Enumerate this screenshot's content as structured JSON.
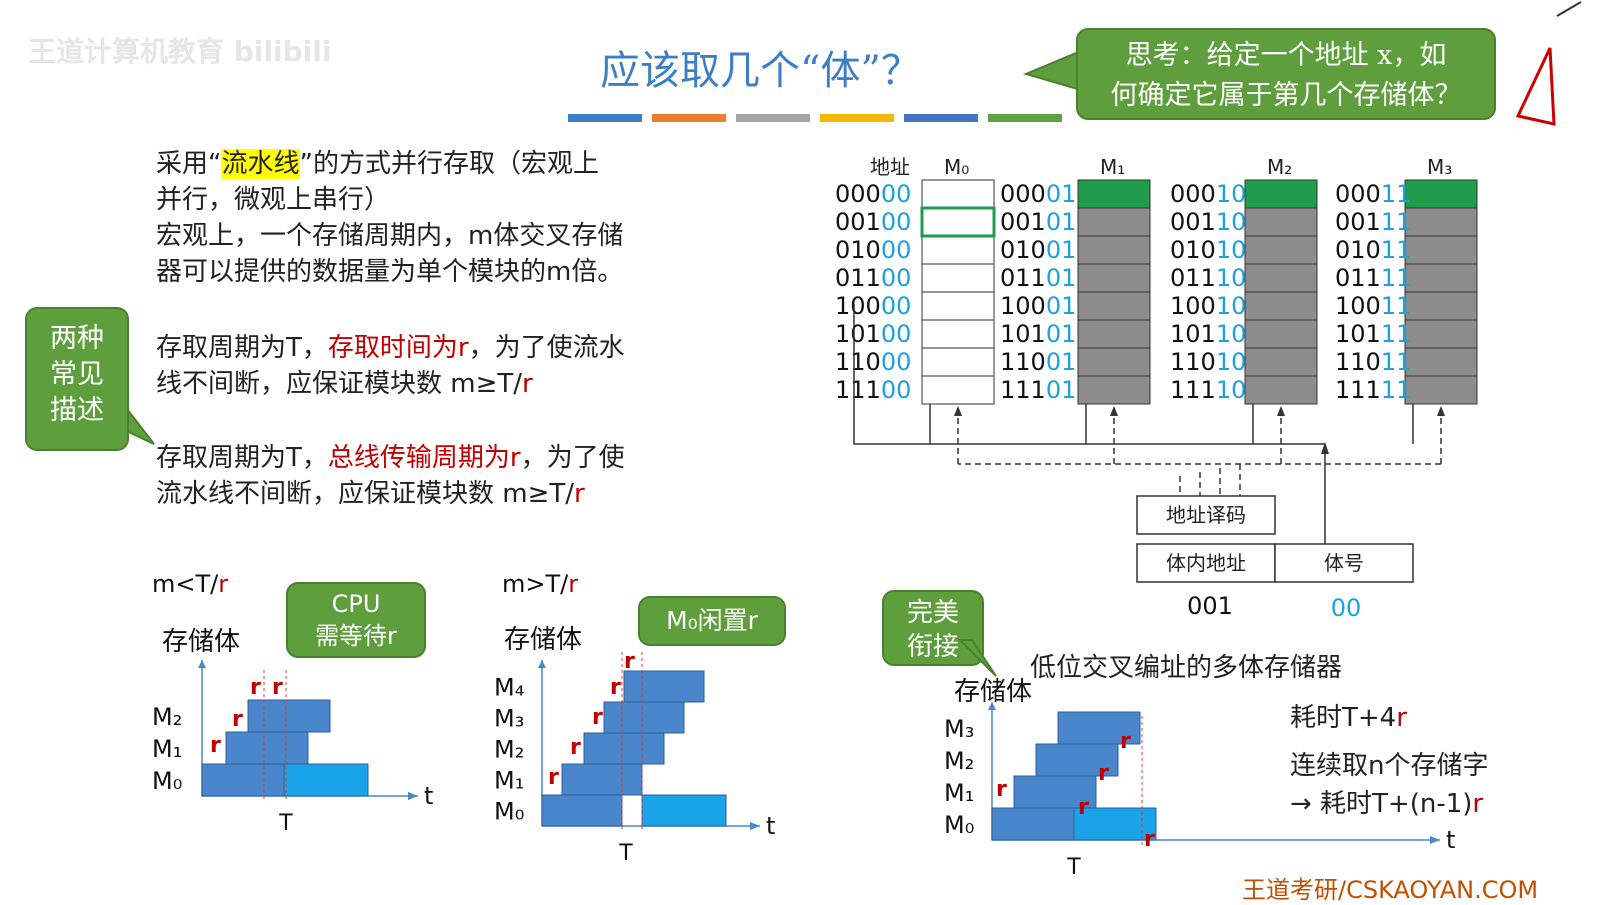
{
  "watermark": "王道计算机教育 bilibili",
  "title": "应该取几个“体”？",
  "think_bubble": {
    "line1": "思考：给定一个地址 x，如",
    "line2": "何确定它属于第几个存储体？"
  },
  "left_bubble": {
    "line1": "两种",
    "line2": "常见",
    "line3": "描述"
  },
  "para1": {
    "pre": "采用“",
    "highlight": "流水线",
    "post": "”的方式并行存取（宏观上",
    "line2": "并行，微观上串行）",
    "line3": "宏观上，一个存储周期内，m体交叉存储",
    "line4": "器可以提供的数据量为单个模块的m倍。"
  },
  "para2": {
    "pre": "存取周期为T，",
    "red": "存取时间为r",
    "post": "，为了使流水",
    "line2_pre": "线不间断，应保证模块数 m≥T/",
    "line2_red": "r"
  },
  "para3": {
    "pre": "存取周期为T，",
    "red": "总线传输周期为r",
    "post": "，为了使",
    "line2_pre": "流水线不间断，应保证模块数 m≥T/",
    "line2_red": "r"
  },
  "diagram": {
    "addr_label": "地址",
    "modules": [
      "M₀",
      "M₁",
      "M₂",
      "M₃"
    ],
    "addr_high": [
      "000",
      "001",
      "010",
      "011",
      "100",
      "101",
      "110",
      "111"
    ],
    "addr_low": [
      "00",
      "01",
      "10",
      "11"
    ],
    "decoder": "地址译码",
    "inner_addr": "体内地址",
    "bank_no": "体号",
    "inner_val": "001",
    "bank_val": "00",
    "caption": "低位交叉编址的多体存储器"
  },
  "chart1": {
    "cond": "m<T/",
    "cond_r": "r",
    "ylabel": "存储体",
    "rows": [
      "M₂",
      "M₁",
      "M₀"
    ],
    "xlabel": "t",
    "tlabel": "T",
    "r": "r",
    "bubble_l1": "CPU",
    "bubble_l2": "需等待r"
  },
  "chart2": {
    "cond": "m>T/",
    "cond_r": "r",
    "ylabel": "存储体",
    "rows": [
      "M₄",
      "M₃",
      "M₂",
      "M₁",
      "M₀"
    ],
    "xlabel": "t",
    "tlabel": "T",
    "r": "r",
    "bubble": "M₀闲置r"
  },
  "chart3": {
    "bubble_l1": "完美",
    "bubble_l2": "衔接",
    "ylabel": "存储体",
    "rows": [
      "M₃",
      "M₂",
      "M₁",
      "M₀"
    ],
    "xlabel": "t",
    "tlabel": "T",
    "r": "r",
    "time1": "耗时T+4",
    "time1_r": "r",
    "time2": "连续取n个存储字",
    "time3": "→ 耗时T+(n-1)",
    "time3_r": "r"
  },
  "footer": "王道考研/CSKAOYAN.COM",
  "colors": {
    "title": "#3d7fc6",
    "green": "#5f9e3d",
    "bar_blue": "#4a86cc",
    "bar_cyan": "#1aa3e8",
    "red": "#c00000",
    "bars": [
      "#3d7fc6",
      "#ed7d31",
      "#a5a5a5",
      "#f5b800",
      "#4472c4",
      "#5fa040"
    ]
  }
}
